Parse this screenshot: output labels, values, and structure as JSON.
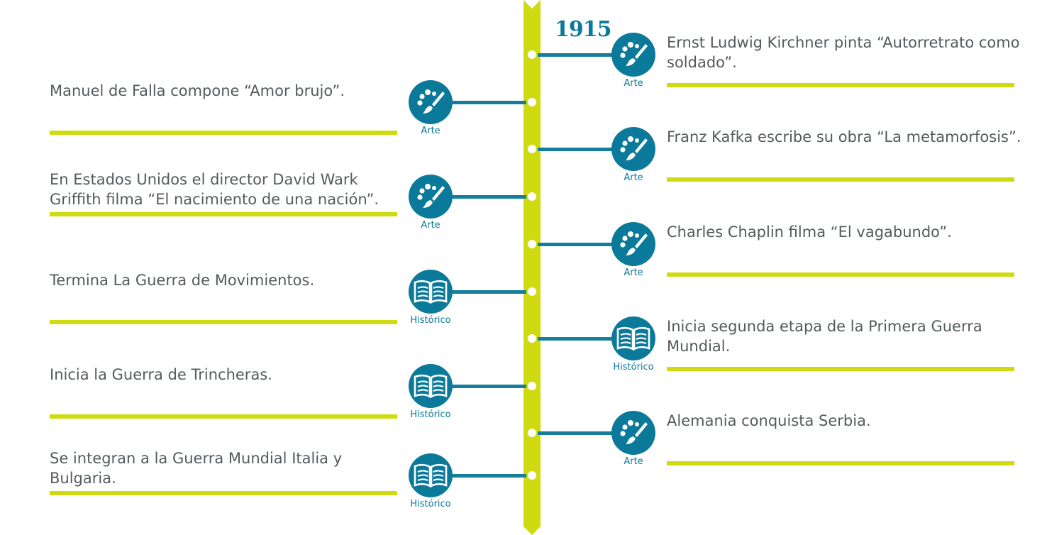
{
  "year": "1915",
  "colors": {
    "accent": "#0b7a9a",
    "spine": "#cfdb10",
    "connector": "#167d9b",
    "text": "#555a5c"
  },
  "left_events": [
    {
      "text": "Manuel de Falla compone “Amor brujo”.",
      "category": "Arte",
      "icon": "palette-icon"
    },
    {
      "text": "En Estados Unidos el director David Wark Griffith filma “El nacimiento de una nación”.",
      "category": "Arte",
      "icon": "palette-icon"
    },
    {
      "text": "Termina La Guerra de Movimientos.",
      "category": "Histórico",
      "icon": "book-icon"
    },
    {
      "text": "Inicia la Guerra de Trincheras.",
      "category": "Histórico",
      "icon": "book-icon"
    },
    {
      "text": "Se integran a la Guerra Mundial Italia y Bulgaria.",
      "category": "Histórico",
      "icon": "book-icon"
    }
  ],
  "right_events": [
    {
      "text": "Ernst Ludwig Kirchner pinta “Autorretrato como soldado”.",
      "category": "Arte",
      "icon": "palette-icon"
    },
    {
      "text": "Franz Kafka escribe su obra “La metamorfosis”.",
      "category": "Arte",
      "icon": "palette-icon"
    },
    {
      "text": "Charles Chaplin filma “El vagabundo”.",
      "category": "Arte",
      "icon": "palette-icon"
    },
    {
      "text": "Inicia segunda etapa de la Primera Guerra Mundial.",
      "category": "Histórico",
      "icon": "book-icon"
    },
    {
      "text": "Alemania conquista Serbia.",
      "category": "Arte",
      "icon": "palette-icon"
    }
  ]
}
